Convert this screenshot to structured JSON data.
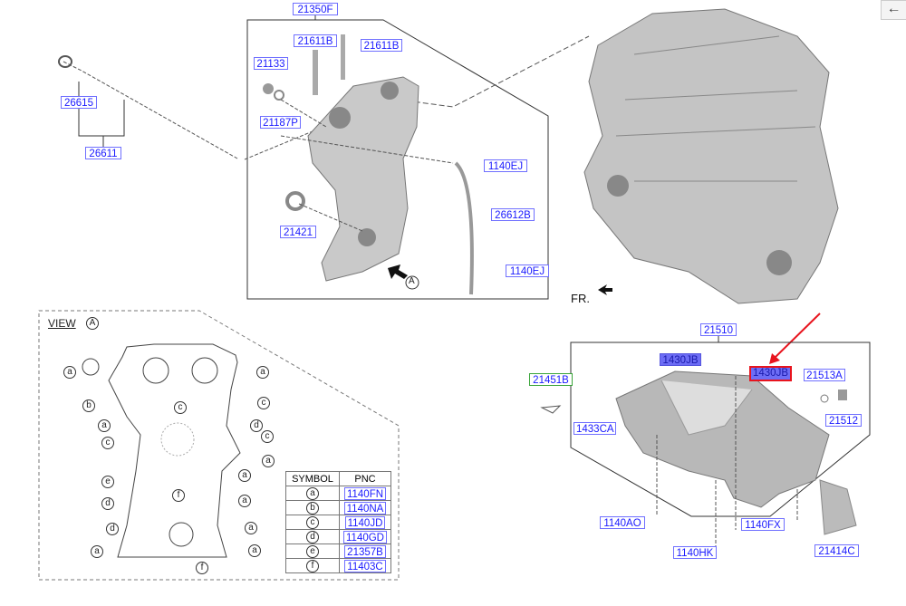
{
  "nav": {
    "back_label": "←"
  },
  "colors": {
    "pnc_text": "#1a1aff",
    "pnc_border": "#6f6fff",
    "selected_border": "#e8141e",
    "highlight": "#6d6df5",
    "group_border": "#3aa43a"
  },
  "timing_cover": {
    "assembly": "21350F",
    "stud_left": "21611B",
    "stud_right": "21611B",
    "plug": "21133",
    "o_ring": "21187P",
    "seal": "21421",
    "bolt_top": "1140EJ",
    "guide": "26612B",
    "bolt_bottom": "1140EJ",
    "view_marker": "A"
  },
  "dipstick": {
    "gauge": "26615",
    "assembly": "26611"
  },
  "engine": {
    "front_label": "FR."
  },
  "oil_pan": {
    "assembly": "21510",
    "bolt_hi": "1430JB",
    "bolt_selected": "1430JB",
    "gasket": "21513A",
    "drain_plug": "21512",
    "gasket_group": "21451B",
    "sensor": "1433CA",
    "bolt_ao": "1140AO",
    "bolt_fx": "1140FX",
    "bolt_hk": "1140HK",
    "baffle": "21414C"
  },
  "view": {
    "title": "VIEW",
    "marker": "A",
    "left_callouts": [
      "a",
      "b",
      "a",
      "c",
      "e",
      "d",
      "d",
      "a"
    ],
    "right_callouts": [
      "a",
      "c",
      "d",
      "c",
      "a",
      "a",
      "a",
      "a",
      "a"
    ],
    "center_callouts": [
      "c",
      "f",
      "f"
    ]
  },
  "symbol_table": {
    "headers": [
      "SYMBOL",
      "PNC"
    ],
    "rows": [
      {
        "symbol": "a",
        "pnc": "1140FN"
      },
      {
        "symbol": "b",
        "pnc": "1140NA"
      },
      {
        "symbol": "c",
        "pnc": "1140JD"
      },
      {
        "symbol": "d",
        "pnc": "1140GD"
      },
      {
        "symbol": "e",
        "pnc": "21357B"
      },
      {
        "symbol": "f",
        "pnc": "11403C"
      }
    ]
  }
}
